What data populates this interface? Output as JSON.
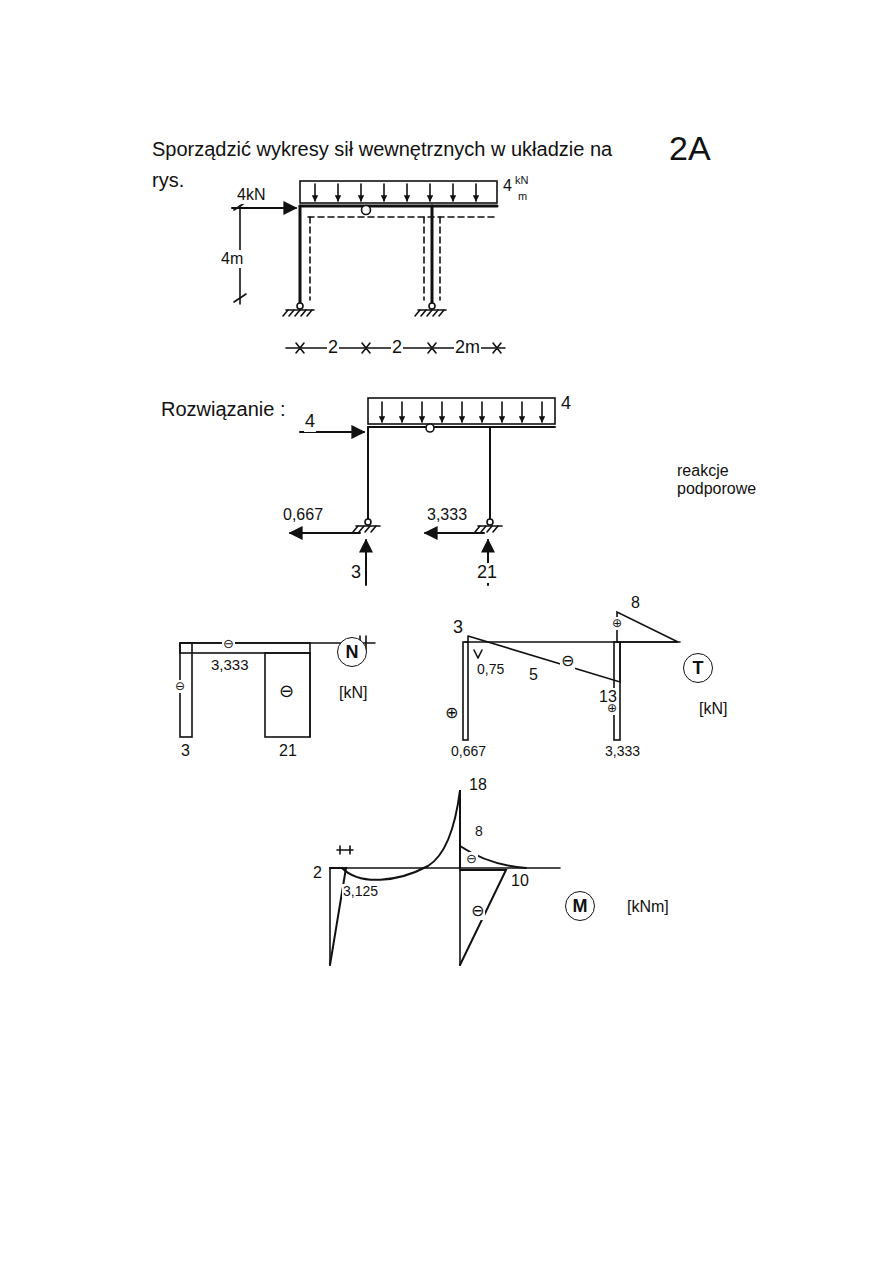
{
  "diagram": {
    "title": "Sporządzić wykresy sił wewnętrznych w układzie na rys.",
    "nodes": [
      {
        "text": [
          "N"
        ]
      },
      {
        "text": [
          "T"
        ]
      },
      {
        "text": [
          "M"
        ]
      }
    ],
    "labels": [
      "2A",
      "4kN",
      "4",
      "kN",
      "m",
      "4m",
      "2",
      "2",
      "2m",
      "Rozwiązanie :",
      "4",
      "4",
      "0,667",
      "3,333",
      "3",
      "21",
      "reakcje podporowe",
      "⊖",
      "3,333",
      "⊖",
      "⊖",
      "3",
      "21",
      "[kN]",
      "3",
      "0,75",
      "5",
      "13",
      "⊖",
      "8",
      "⊕",
      "⊕",
      "⊕",
      "0,667",
      "3,333",
      "[kN]",
      "18",
      "8",
      "2",
      "3,125",
      "⊖",
      "⊖",
      "10",
      "[kNm]"
    ]
  }
}
